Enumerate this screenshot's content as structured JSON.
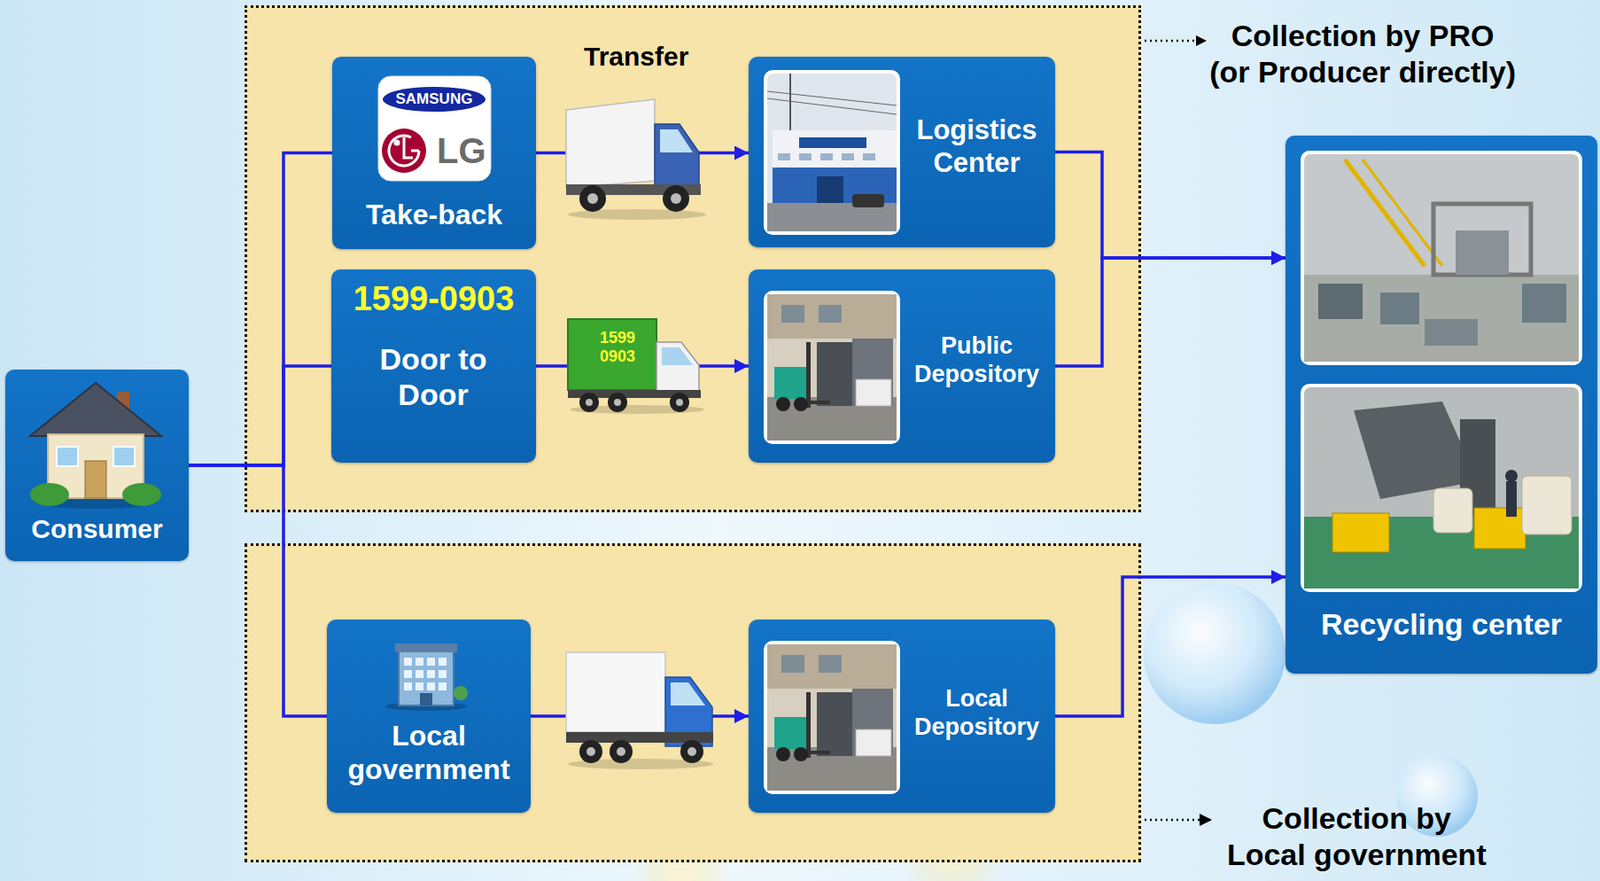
{
  "diagram": {
    "nodes": [
      {
        "text": [
          "Consumer"
        ]
      },
      {
        "text": [
          "Collection by PRO (or Producer directly)"
        ]
      },
      {
        "text": [
          "Take-back"
        ],
        "in": 1
      },
      {
        "text": [
          "Logistics Center"
        ],
        "in": 1
      },
      {
        "text": [
          "1599-0903",
          "Door to Door"
        ],
        "in": 1
      },
      {
        "text": [
          "Public Depository"
        ],
        "in": 1
      },
      {
        "text": [
          "Collection by Local government"
        ]
      },
      {
        "text": [
          "Local government"
        ],
        "in": 6
      },
      {
        "text": [
          "Local Depository"
        ],
        "in": 6
      },
      {
        "text": [
          "Recycling center"
        ]
      }
    ],
    "edges": [
      {
        "from": 0,
        "to": 2,
        "arrow": "none"
      },
      {
        "from": 0,
        "to": 4,
        "arrow": "none"
      },
      {
        "from": 0,
        "to": 7,
        "arrow": "none"
      },
      {
        "from": 2,
        "to": 3,
        "arrow": "to"
      },
      {
        "from": 4,
        "to": 5,
        "arrow": "to"
      },
      {
        "from": 7,
        "to": 8,
        "arrow": "to"
      },
      {
        "from": 3,
        "to": 9,
        "arrow": "to"
      },
      {
        "from": 5,
        "to": 9,
        "arrow": "to"
      },
      {
        "from": 8,
        "to": 9,
        "arrow": "to"
      }
    ],
    "labels": [
      "Transfer",
      "SAMSUNG",
      "LG",
      "1599 0903"
    ]
  }
}
